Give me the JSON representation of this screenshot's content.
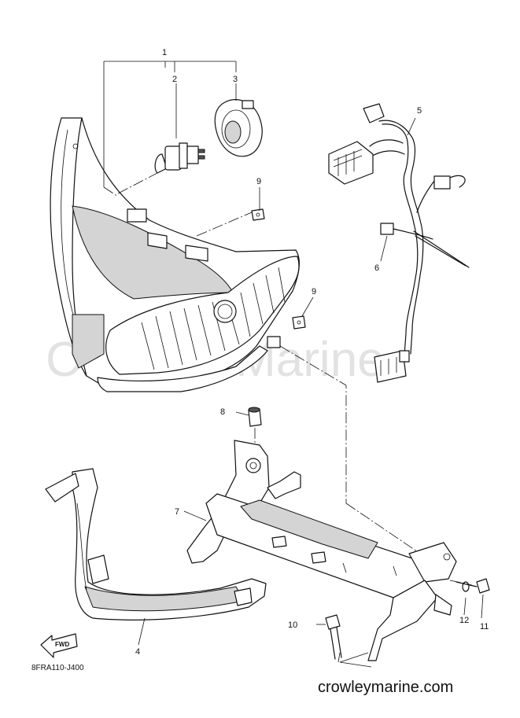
{
  "watermark": "Crowley Marine",
  "drawing_code": "8FRA110-J400",
  "site": "crowleymarine.com",
  "fwd_label": "FWD",
  "callouts": {
    "c1": "1",
    "c2": "2",
    "c3": "3",
    "c4": "4",
    "c5": "5",
    "c6": "6",
    "c7": "7",
    "c8": "8",
    "c9a": "9",
    "c9b": "9",
    "c10": "10",
    "c11": "11",
    "c12": "12"
  }
}
